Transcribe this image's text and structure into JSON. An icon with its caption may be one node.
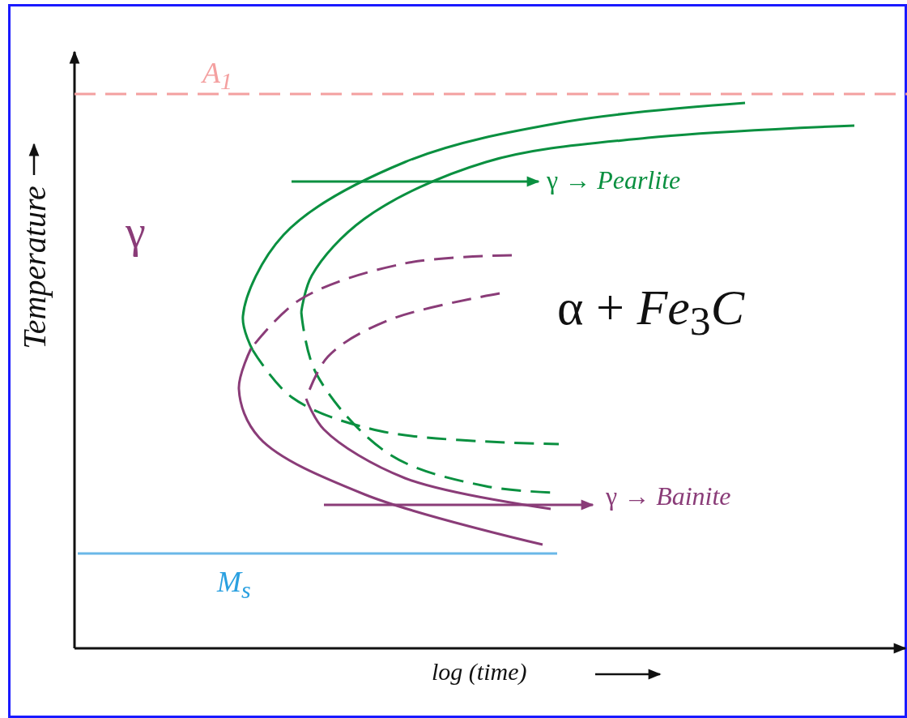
{
  "diagram": {
    "labels": [
      "A$_{1}$",
      "Temperature",
      "γ",
      "γ → *Pearlite*",
      "α + *Fe*$_{3}$*C*",
      "γ → *Bainite*",
      "M$_{s}$",
      "log (time)"
    ]
  }
}
